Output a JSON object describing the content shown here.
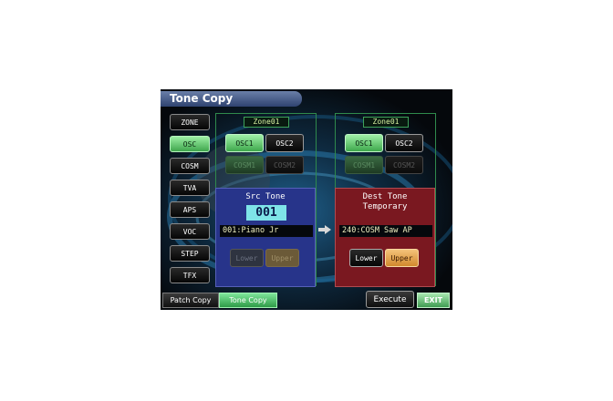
{
  "window": {
    "title": "Tone Copy"
  },
  "sidebar": {
    "items": [
      {
        "label": "ZONE",
        "active": false
      },
      {
        "label": "OSC",
        "active": true
      },
      {
        "label": "COSM",
        "active": false
      },
      {
        "label": "TVA",
        "active": false
      },
      {
        "label": "APS",
        "active": false
      },
      {
        "label": "VOC",
        "active": false
      },
      {
        "label": "STEP",
        "active": false
      },
      {
        "label": "TFX",
        "active": false
      }
    ]
  },
  "source": {
    "zone": "Zone01",
    "osc1": "OSC1",
    "osc2": "OSC2",
    "cosm1": "COSM1",
    "cosm2": "COSM2",
    "title": "Src Tone",
    "number": "001",
    "name": "001:Piano Jr",
    "lower": "Lower",
    "upper": "Upper"
  },
  "destination": {
    "zone": "Zone01",
    "osc1": "OSC1",
    "osc2": "OSC2",
    "cosm1": "COSM1",
    "cosm2": "COSM2",
    "title": "Dest Tone",
    "subtitle": "Temporary",
    "name": "240:COSM Saw AP",
    "lower": "Lower",
    "upper": "Upper"
  },
  "bottom": {
    "patch_copy": "Patch Copy",
    "tone_copy": "Tone Copy",
    "execute": "Execute",
    "exit": "EXIT"
  },
  "colors": {
    "active_green": "#5cc86a",
    "src_panel": "#27348a",
    "dest_panel": "#7a1820",
    "upper_orange": "#e6a24a",
    "panel_border": "#2f8a4c"
  }
}
